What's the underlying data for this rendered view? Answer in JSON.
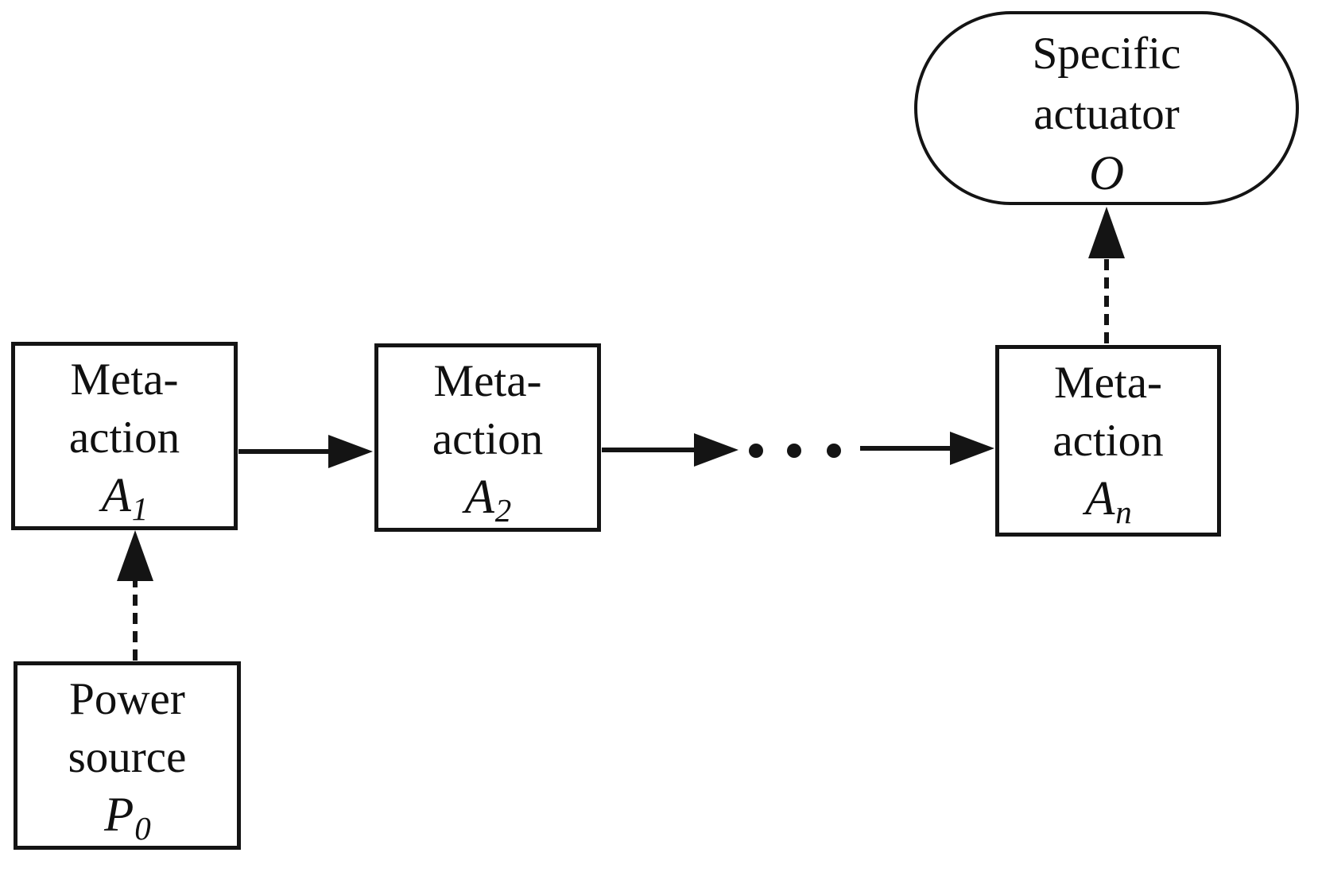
{
  "colors": {
    "ink": "#141414",
    "background": "#ffffff"
  },
  "nodes": {
    "meta1": {
      "line1": "Meta-",
      "line2": "action",
      "symbol": "A",
      "sub": "1"
    },
    "meta2": {
      "line1": "Meta-",
      "line2": "action",
      "symbol": "A",
      "sub": "2"
    },
    "meta_n": {
      "line1": "Meta-",
      "line2": "action",
      "symbol": "A",
      "sub": "n"
    },
    "power": {
      "line1": "Power",
      "line2": "source",
      "symbol": "P",
      "sub": "0"
    },
    "actuator": {
      "line1": "Specific",
      "line2": "actuator",
      "symbol": "O",
      "sub": ""
    }
  },
  "edges": [
    {
      "from": "power source P0",
      "to": "meta-action A1",
      "style": "dashed",
      "direction": "up"
    },
    {
      "from": "meta-action A1",
      "to": "meta-action A2",
      "style": "solid",
      "direction": "right"
    },
    {
      "from": "meta-action A2",
      "to": "ellipsis",
      "style": "solid",
      "direction": "right"
    },
    {
      "from": "ellipsis",
      "to": "meta-action An",
      "style": "solid",
      "direction": "right"
    },
    {
      "from": "meta-action An",
      "to": "specific actuator O",
      "style": "dashed",
      "direction": "up"
    }
  ],
  "ellipsis_dot_count": 3
}
